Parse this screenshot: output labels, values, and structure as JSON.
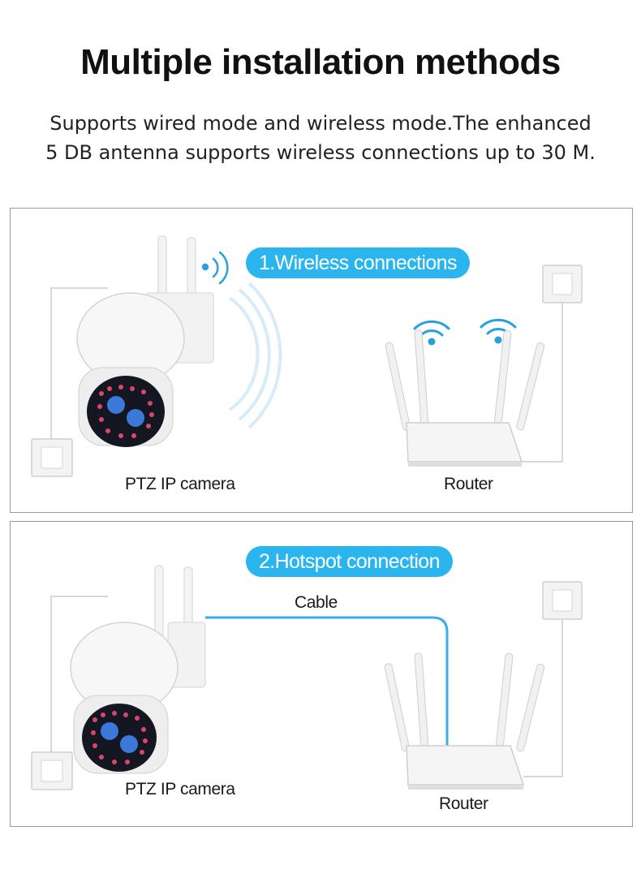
{
  "header": {
    "title": "Multiple installation methods",
    "subtitle_line1": "Supports wired mode and wireless mode.The enhanced",
    "subtitle_line2": "5 DB antenna supports wireless connections up to 30 M."
  },
  "wireless_panel": {
    "badge": "1.Wireless connections",
    "camera_label": "PTZ IP camera",
    "router_label": "Router"
  },
  "hotspot_panel": {
    "badge": "2.Hotspot connection",
    "cable_label": "Cable",
    "camera_label": "PTZ IP camera",
    "router_label": "Router"
  },
  "colors": {
    "accent": "#2ab5ef",
    "wifi": "#2a9fe0",
    "cable": "#3aaee8"
  }
}
